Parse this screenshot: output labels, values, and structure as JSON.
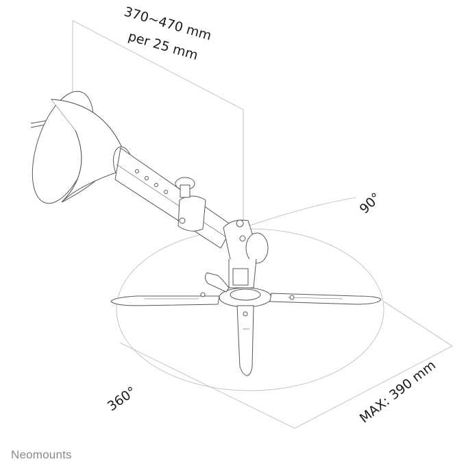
{
  "diagram": {
    "height_range": "370~470 mm",
    "height_step": "per 25 mm",
    "tilt": "90°",
    "rotation": "360°",
    "max_length": "MAX: 390 mm"
  },
  "brand": {
    "name": "Neomounts"
  },
  "colors": {
    "line": "#555555",
    "guide": "#b5b5b5",
    "brand": "#8a8a8a"
  }
}
